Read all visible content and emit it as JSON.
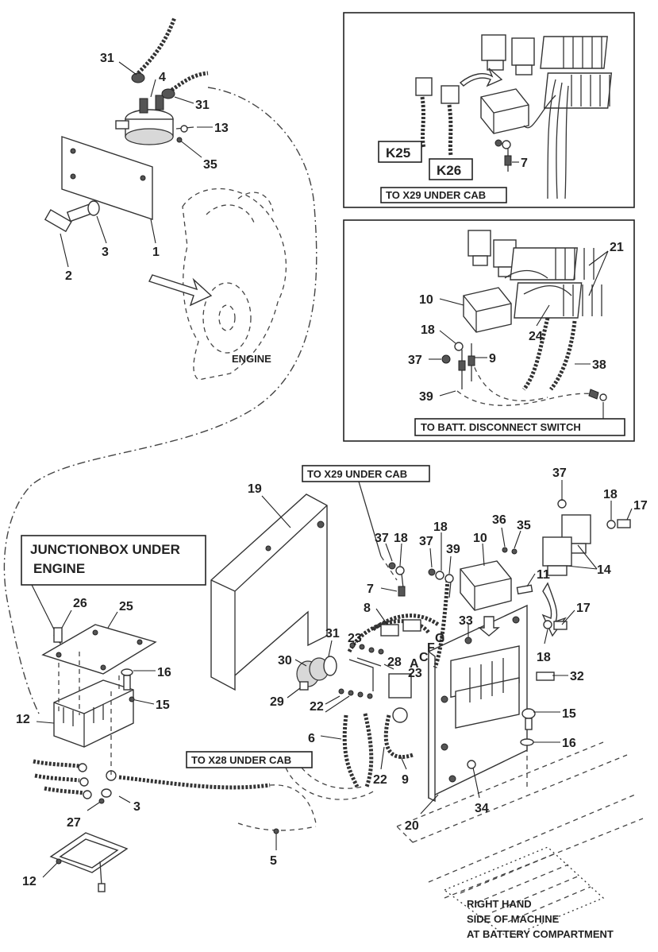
{
  "inset_top": {
    "labels": {
      "k25": "K25",
      "k26": "K26",
      "item7": "7",
      "caption": "TO X29 UNDER CAB"
    }
  },
  "inset_mid": {
    "labels": {
      "l21": "21",
      "l10": "10",
      "l18": "18",
      "l37": "37",
      "l9": "9",
      "l24": "24",
      "l38": "38",
      "l39": "39",
      "caption": "TO BATT. DISCONNECT SWITCH"
    }
  },
  "engine": {
    "labels": {
      "l31a": "31",
      "l4": "4",
      "l31b": "31",
      "l13": "13",
      "l35": "35",
      "l3": "3",
      "l1": "1",
      "l2": "2",
      "engine": "ENGINE"
    }
  },
  "junction": {
    "title_line1": "JUNCTIONBOX UNDER",
    "title_line2": "ENGINE",
    "labels": {
      "l26": "26",
      "l25": "25",
      "l16": "16",
      "l15": "15",
      "l12a": "12",
      "l27": "27",
      "l3": "3",
      "l12b": "12",
      "l5": "5"
    }
  },
  "main": {
    "caption_x29": "TO X29 UNDER CAB",
    "caption_x28": "TO X28 UNDER CAB",
    "labels": {
      "l19": "19",
      "l37a": "37",
      "l18a": "18",
      "l17a": "17",
      "l37b": "37",
      "l18b": "18",
      "l37c": "37",
      "l18c": "18",
      "l39": "39",
      "l10": "10",
      "l36": "36",
      "l35": "35",
      "l14": "14",
      "l11": "11",
      "l7": "7",
      "l8": "8",
      "l33": "33",
      "l17b": "17",
      "l18d": "18",
      "l31": "31",
      "l23a": "23",
      "l30": "30",
      "l28": "28",
      "lG": "G",
      "lF": "F",
      "lC": "C",
      "lA": "A",
      "l23b": "23",
      "l32": "32",
      "l29": "29",
      "l22a": "22",
      "l15": "15",
      "l16": "16",
      "l6": "6",
      "l22b": "22",
      "l9": "9",
      "l34": "34",
      "l20": "20"
    },
    "footer_line1": "RIGHT HAND",
    "footer_line2": "SIDE OF MACHINE",
    "footer_line3": "AT BATTERY COMPARTMENT"
  }
}
